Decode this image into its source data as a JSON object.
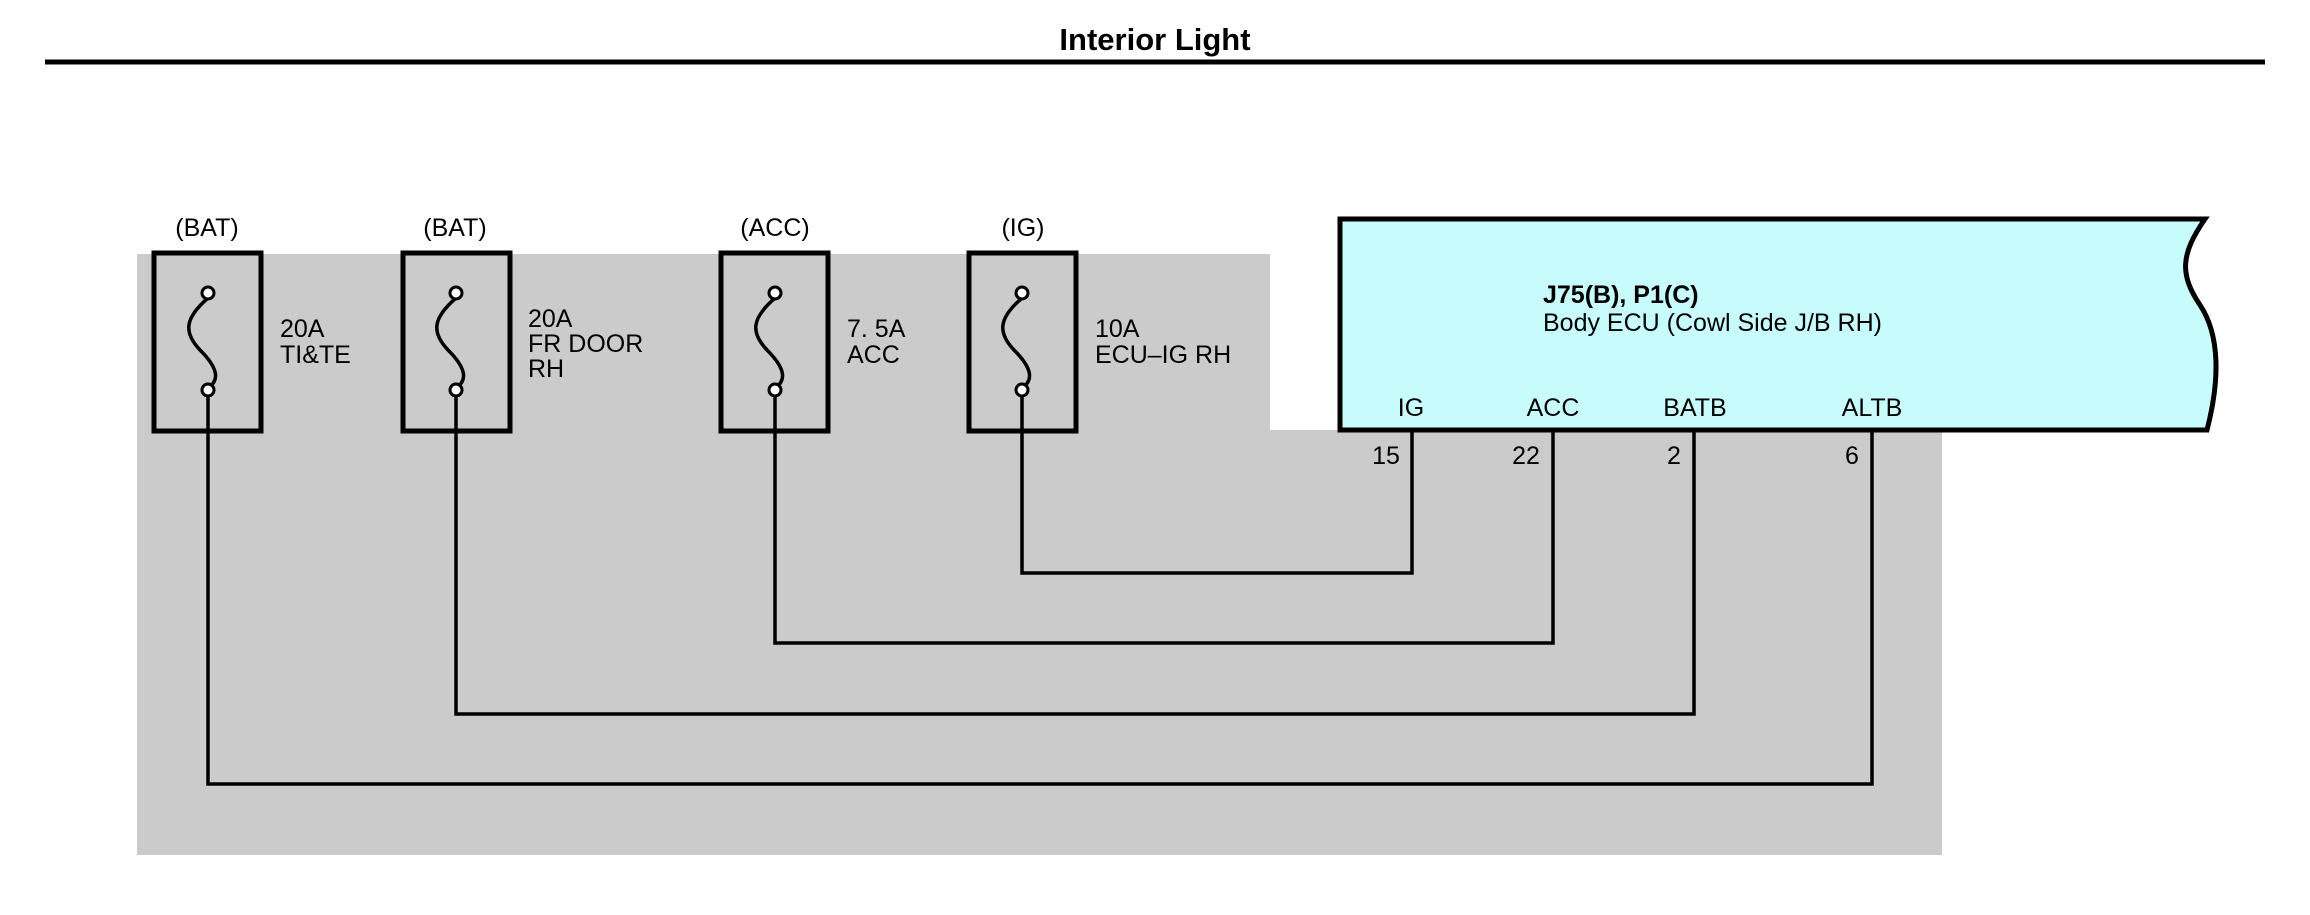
{
  "title": "Interior Light",
  "fuses": [
    {
      "source": "(BAT)",
      "rating": "20A",
      "name": "TI&TE",
      "name2": ""
    },
    {
      "source": "(BAT)",
      "rating": "20A",
      "name": "FR DOOR",
      "name2": "RH"
    },
    {
      "source": "(ACC)",
      "rating": "7. 5A",
      "name": "ACC",
      "name2": ""
    },
    {
      "source": "(IG)",
      "rating": "10A",
      "name": "ECU–IG RH",
      "name2": ""
    }
  ],
  "ecu": {
    "connectors": "J75(B), P1(C)",
    "name": "Body ECU (Cowl Side J/B RH)",
    "pins": [
      {
        "label": "IG",
        "number": "15"
      },
      {
        "label": "ACC",
        "number": "22"
      },
      {
        "label": "BATB",
        "number": "2"
      },
      {
        "label": "ALTB",
        "number": "6"
      }
    ]
  },
  "colors": {
    "background": "#ffffff",
    "shaded_area": "#cbcbcb",
    "ecu_fill": "#c8fcfc",
    "line": "#000000"
  }
}
